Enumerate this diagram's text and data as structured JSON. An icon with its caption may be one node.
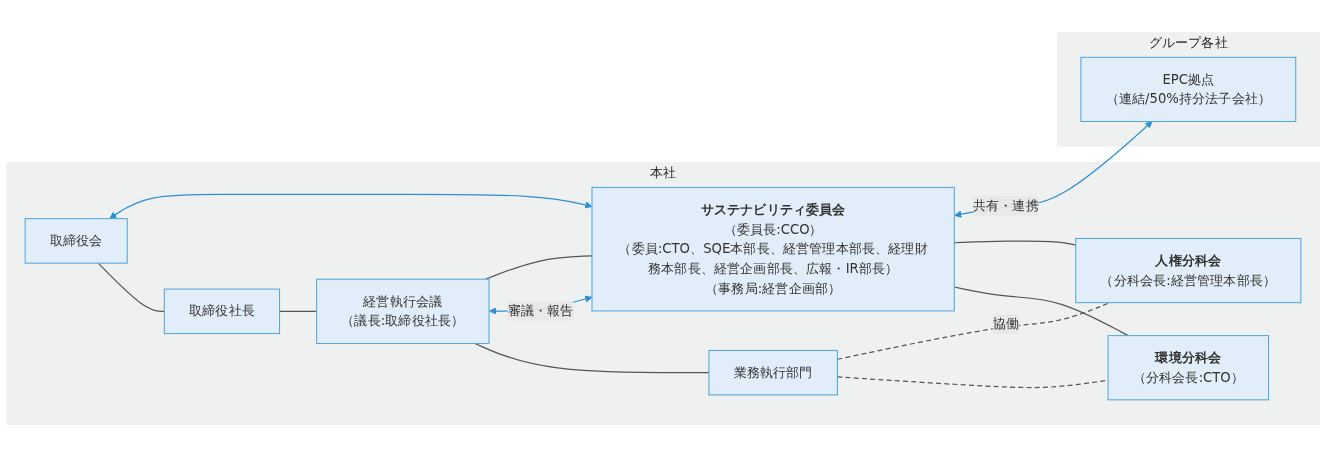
{
  "diagram": {
    "nodes": [
      {
        "text": [
          "本社"
        ]
      },
      {
        "text": [
          "取締役会"
        ],
        "in": 0
      },
      {
        "text": [
          "取締役社長"
        ],
        "in": 0
      },
      {
        "text": [
          "経営執行会議",
          "（議長:取締役社長）"
        ],
        "in": 0
      },
      {
        "text": [
          "業務執行部門"
        ],
        "in": 0
      },
      {
        "text": [
          "サステナビリティ委員会",
          "（委員長:CCO）",
          "（委員:CTO、SQE本部長、経営管理本部長、経理財務本部長、経営企画部長、広報・IR部長）",
          "（事務局:経営企画部）"
        ],
        "in": 0
      },
      {
        "text": [
          "環境分科会",
          "（分科会長:CTO）"
        ],
        "in": 0
      },
      {
        "text": [
          "人権分科会",
          "（分科会長:経営管理本部長）"
        ],
        "in": 0
      },
      {
        "text": [
          "グループ各社"
        ]
      },
      {
        "text": [
          "EPC拠点",
          "（連結/50%持分法子会社）"
        ],
        "in": 8
      }
    ],
    "edges": [
      {
        "from": 1,
        "to": 2,
        "arrow": "none"
      },
      {
        "from": 2,
        "to": 3,
        "arrow": "none"
      },
      {
        "from": 3,
        "to": 4,
        "arrow": "none"
      },
      {
        "from": 1,
        "to": 5,
        "arrow": "both",
        "color": "#2b8fd1"
      },
      {
        "from": 3,
        "to": 5,
        "label": "審議・報告",
        "arrow": "both",
        "color": "#2b8fd1"
      },
      {
        "from": 3,
        "to": 5,
        "arrow": "none"
      },
      {
        "from": 5,
        "to": 6,
        "arrow": "none"
      },
      {
        "from": 5,
        "to": 7,
        "arrow": "none"
      },
      {
        "from": 4,
        "to": 6,
        "arrow": "none",
        "style": "dashed"
      },
      {
        "from": 4,
        "to": 7,
        "label": "協働",
        "arrow": "none",
        "style": "dashed"
      },
      {
        "from": 5,
        "to": 9,
        "label": "共有・連携",
        "arrow": "both",
        "color": "#2b8fd1"
      }
    ]
  }
}
